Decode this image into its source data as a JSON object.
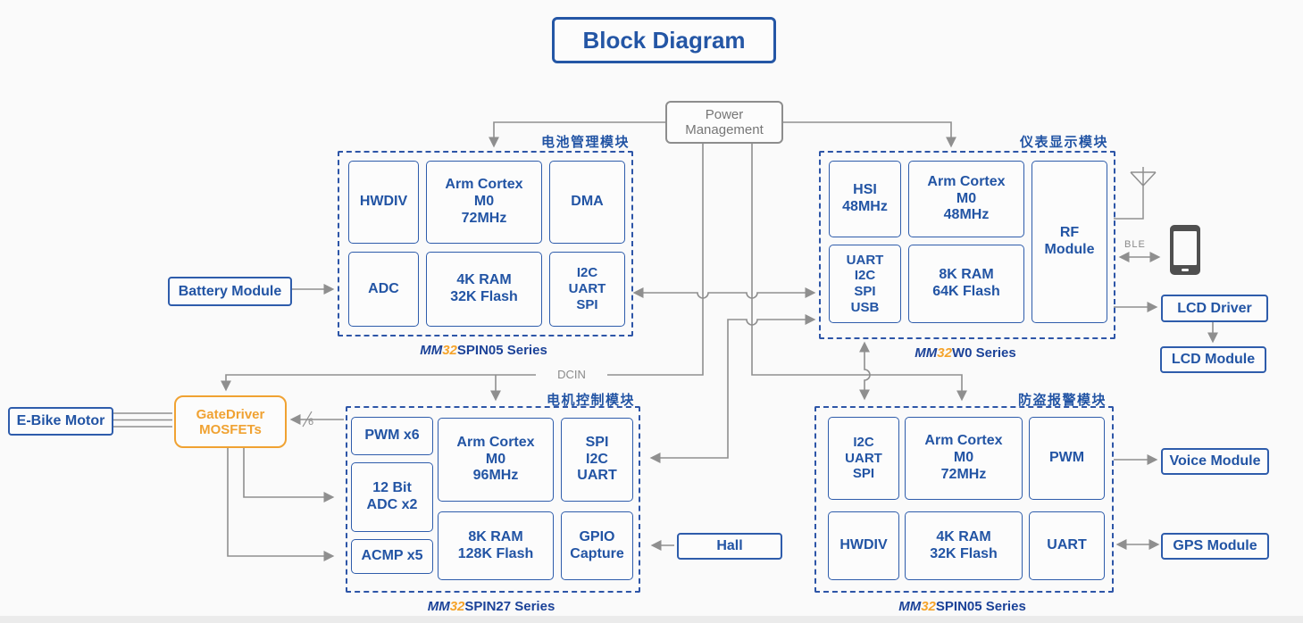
{
  "title": "Block Diagram",
  "colors": {
    "blue": "#2254a4",
    "orange": "#f0a232",
    "line_gray": "#8f8f8f"
  },
  "power_management": {
    "label": "Power\nManagement"
  },
  "modules": {
    "battery": {
      "cn_label": "电池管理模块",
      "series": {
        "mm": "MM",
        "num": "32",
        "rest": "SPIN05 Series"
      },
      "cells": {
        "c1": "HWDIV",
        "c2": "Arm Cortex\nM0\n72MHz",
        "c3": "DMA",
        "c4": "ADC",
        "c5": "4K RAM\n32K Flash",
        "c6": "I2C\nUART\nSPI"
      }
    },
    "display": {
      "cn_label": "仪表显示模块",
      "series": {
        "mm": "MM",
        "num": "32",
        "rest": "W0 Series"
      },
      "cells": {
        "c1": "HSI\n48MHz",
        "c2": "Arm Cortex\nM0\n48MHz",
        "c3": "RF\nModule",
        "c4": "UART\nI2C\nSPI\nUSB",
        "c5": "8K RAM\n64K Flash"
      }
    },
    "motor": {
      "cn_label": "电机控制模块",
      "series": {
        "mm": "MM",
        "num": "32",
        "rest": "SPIN27 Series"
      },
      "cells": {
        "c1": "PWM x6",
        "c2": "12 Bit\nADC x2",
        "c3": "ACMP x5",
        "c4": "Arm Cortex\nM0\n96MHz",
        "c5": "8K RAM\n128K Flash",
        "c6": "SPI\nI2C\nUART",
        "c7": "GPIO\nCapture"
      }
    },
    "alarm": {
      "cn_label": "防盗报警模块",
      "series": {
        "mm": "MM",
        "num": "32",
        "rest": "SPIN05 Series"
      },
      "cells": {
        "c1": "I2C\nUART\nSPI",
        "c2": "Arm Cortex\nM0\n72MHz",
        "c3": "PWM",
        "c4": "HWDIV",
        "c5": "4K RAM\n32K Flash",
        "c6": "UART"
      }
    }
  },
  "peripherals": {
    "battery_module": "Battery Module",
    "ebike_motor": "E-Bike Motor",
    "gatedriver": "GateDriver\nMOSFETs",
    "hall": "Hall",
    "lcd_driver": "LCD Driver",
    "lcd_module": "LCD Module",
    "voice_module": "Voice Module",
    "gps_module": "GPS Module"
  },
  "annotations": {
    "dcin": "DCIN",
    "ble": "BLE",
    "wire_count": "6"
  },
  "icons": {
    "antenna": "antenna-icon",
    "phone": "smartphone-icon"
  }
}
